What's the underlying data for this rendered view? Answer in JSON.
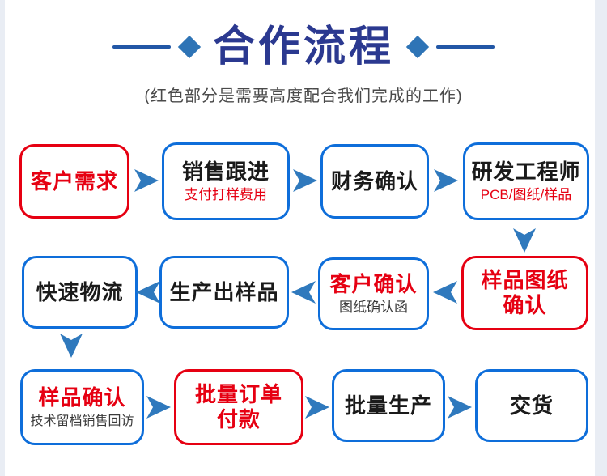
{
  "page": {
    "title": "合作流程",
    "subtitle": "(红色部分是需要高度配合我们完成的工作)"
  },
  "colors": {
    "title_navy": "#2b3990",
    "decoration_blue": "#2e74b6",
    "box_border_blue": "#0e6eda",
    "accent_red": "#e60012",
    "arrow_blue": "#2f79bd",
    "subtitle_gray": "#4a4a4a",
    "page_edge": "#e9edf4"
  },
  "flow": {
    "steps": [
      {
        "title": "客户需求"
      },
      {
        "title": "销售跟进",
        "subtitle": "支付打样费用"
      },
      {
        "title": "财务确认"
      },
      {
        "title": "研发工程师",
        "subtitle": "PCB/图纸/样品"
      },
      {
        "title": "样品图纸\n确认"
      },
      {
        "title": "客户确认",
        "subtitle": "图纸确认函"
      },
      {
        "title": "生产出样品"
      },
      {
        "title": "快速物流"
      },
      {
        "title": "样品确认",
        "subtitle": "技术留档销售回访"
      },
      {
        "title": "批量订单\n付款"
      },
      {
        "title": "批量生产"
      },
      {
        "title": "交货"
      }
    ]
  }
}
